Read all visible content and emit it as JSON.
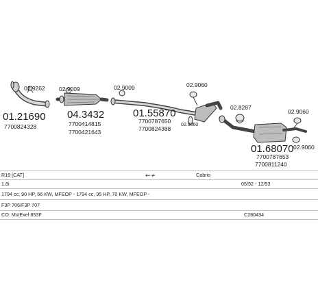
{
  "diagram": {
    "parts": [
      {
        "code": "01.21690",
        "refs": [
          "7700824328"
        ],
        "clamps": [
          "02.9262"
        ]
      },
      {
        "code": "04.3432",
        "refs": [
          "7700414815",
          "7700421643"
        ],
        "clamps": [
          "02.9009"
        ]
      },
      {
        "code": "01.55870",
        "refs": [
          "7700787650",
          "7700824388"
        ],
        "clamps": [
          "02.9009",
          "02.9060",
          "02.9060"
        ]
      },
      {
        "code": "01.68070",
        "refs": [
          "7700787653",
          "7700811240"
        ],
        "clamps": [
          "02.8287",
          "02.9060",
          "02.9060"
        ]
      }
    ]
  },
  "info": {
    "model": "R19 [CAT]",
    "body": "Cabrio",
    "engine": "1.8i",
    "years": "05/92 - 12/93",
    "specs": "1794 cc, 90 HP, 66 KW, MFEOP - 1794 cc, 95 HP, 70 KW, MFEOP -",
    "engine_code": "F3P 706/F3P 707",
    "catalyst": "CO: MstExel 853F",
    "catalog_no": "C280434"
  }
}
